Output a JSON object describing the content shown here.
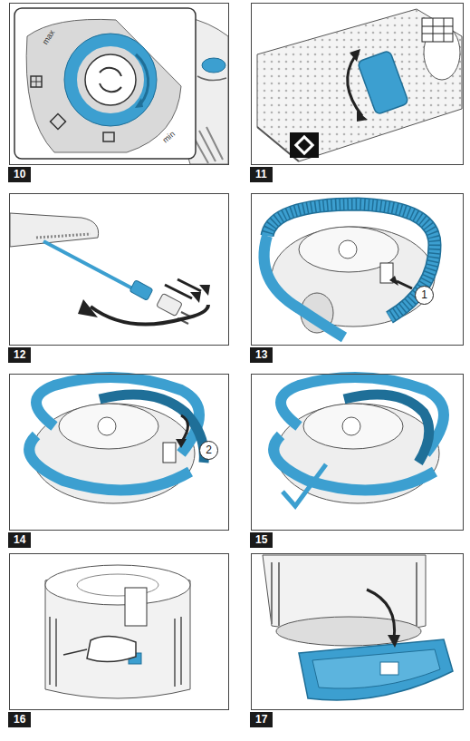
{
  "diagram": {
    "nodes": [
      {
        "text": [
          "10"
        ]
      },
      {
        "text": [
          "11"
        ]
      },
      {
        "text": [
          "12"
        ]
      },
      {
        "text": [
          "13"
        ]
      },
      {
        "text": [
          "14"
        ]
      },
      {
        "text": [
          "15"
        ]
      },
      {
        "text": [
          "16"
        ]
      },
      {
        "text": [
          "17"
        ]
      },
      {
        "text": [
          "1"
        ],
        "in": 3
      },
      {
        "text": [
          "2"
        ],
        "in": 4
      }
    ],
    "labels": [
      "max",
      "min"
    ]
  }
}
